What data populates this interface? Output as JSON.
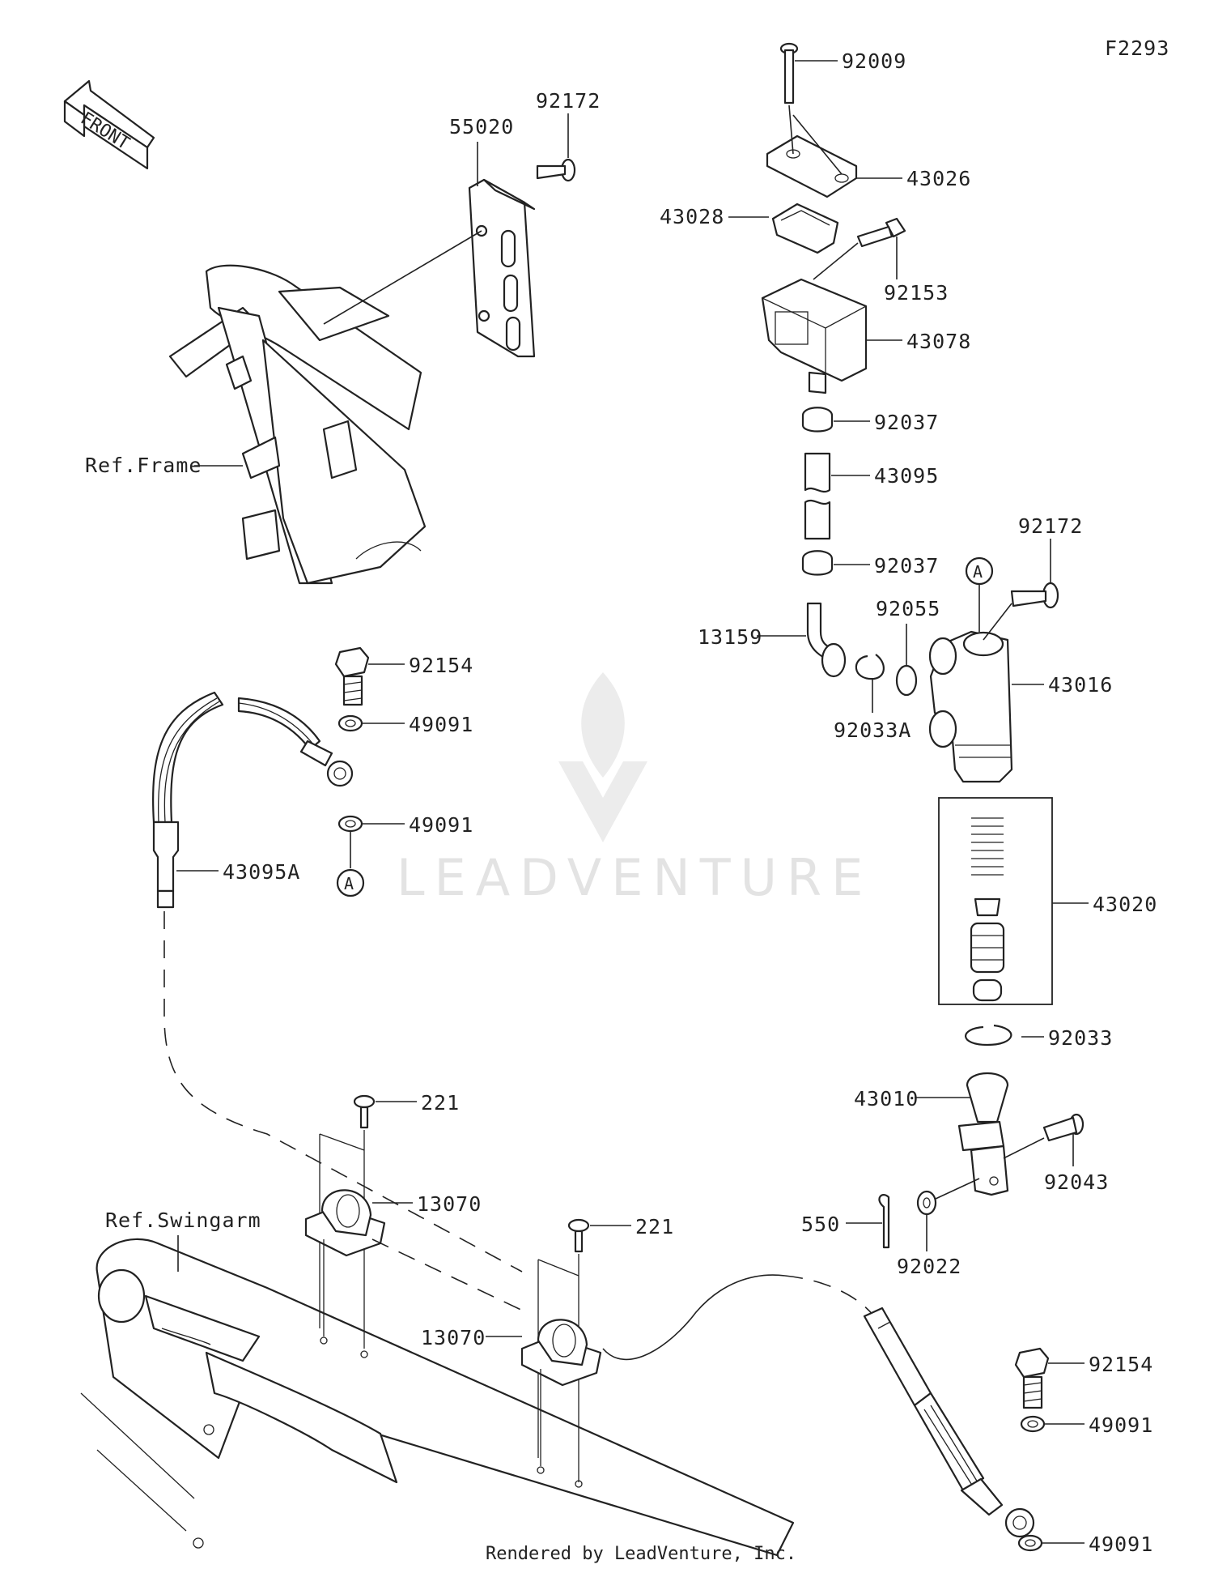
{
  "diagram_code": "F2293",
  "front_label": "FRONT",
  "reference_labels": {
    "frame": "Ref.Frame",
    "swingarm": "Ref.Swingarm"
  },
  "part_numbers": [
    "92009",
    "43026",
    "43028",
    "92153",
    "43078",
    "92037",
    "43095",
    "92037",
    "92172",
    "13159",
    "92055",
    "43016",
    "92033A",
    "43020",
    "92033",
    "43010",
    "92043",
    "550",
    "92022",
    "92154",
    "49091",
    "49091",
    "92172",
    "55020",
    "92154",
    "49091",
    "49091",
    "43095A",
    "221",
    "13070",
    "221",
    "13070"
  ],
  "callout_letter": "A",
  "watermark": "LEADVENTURE",
  "footer": "Rendered by LeadVenture, Inc."
}
